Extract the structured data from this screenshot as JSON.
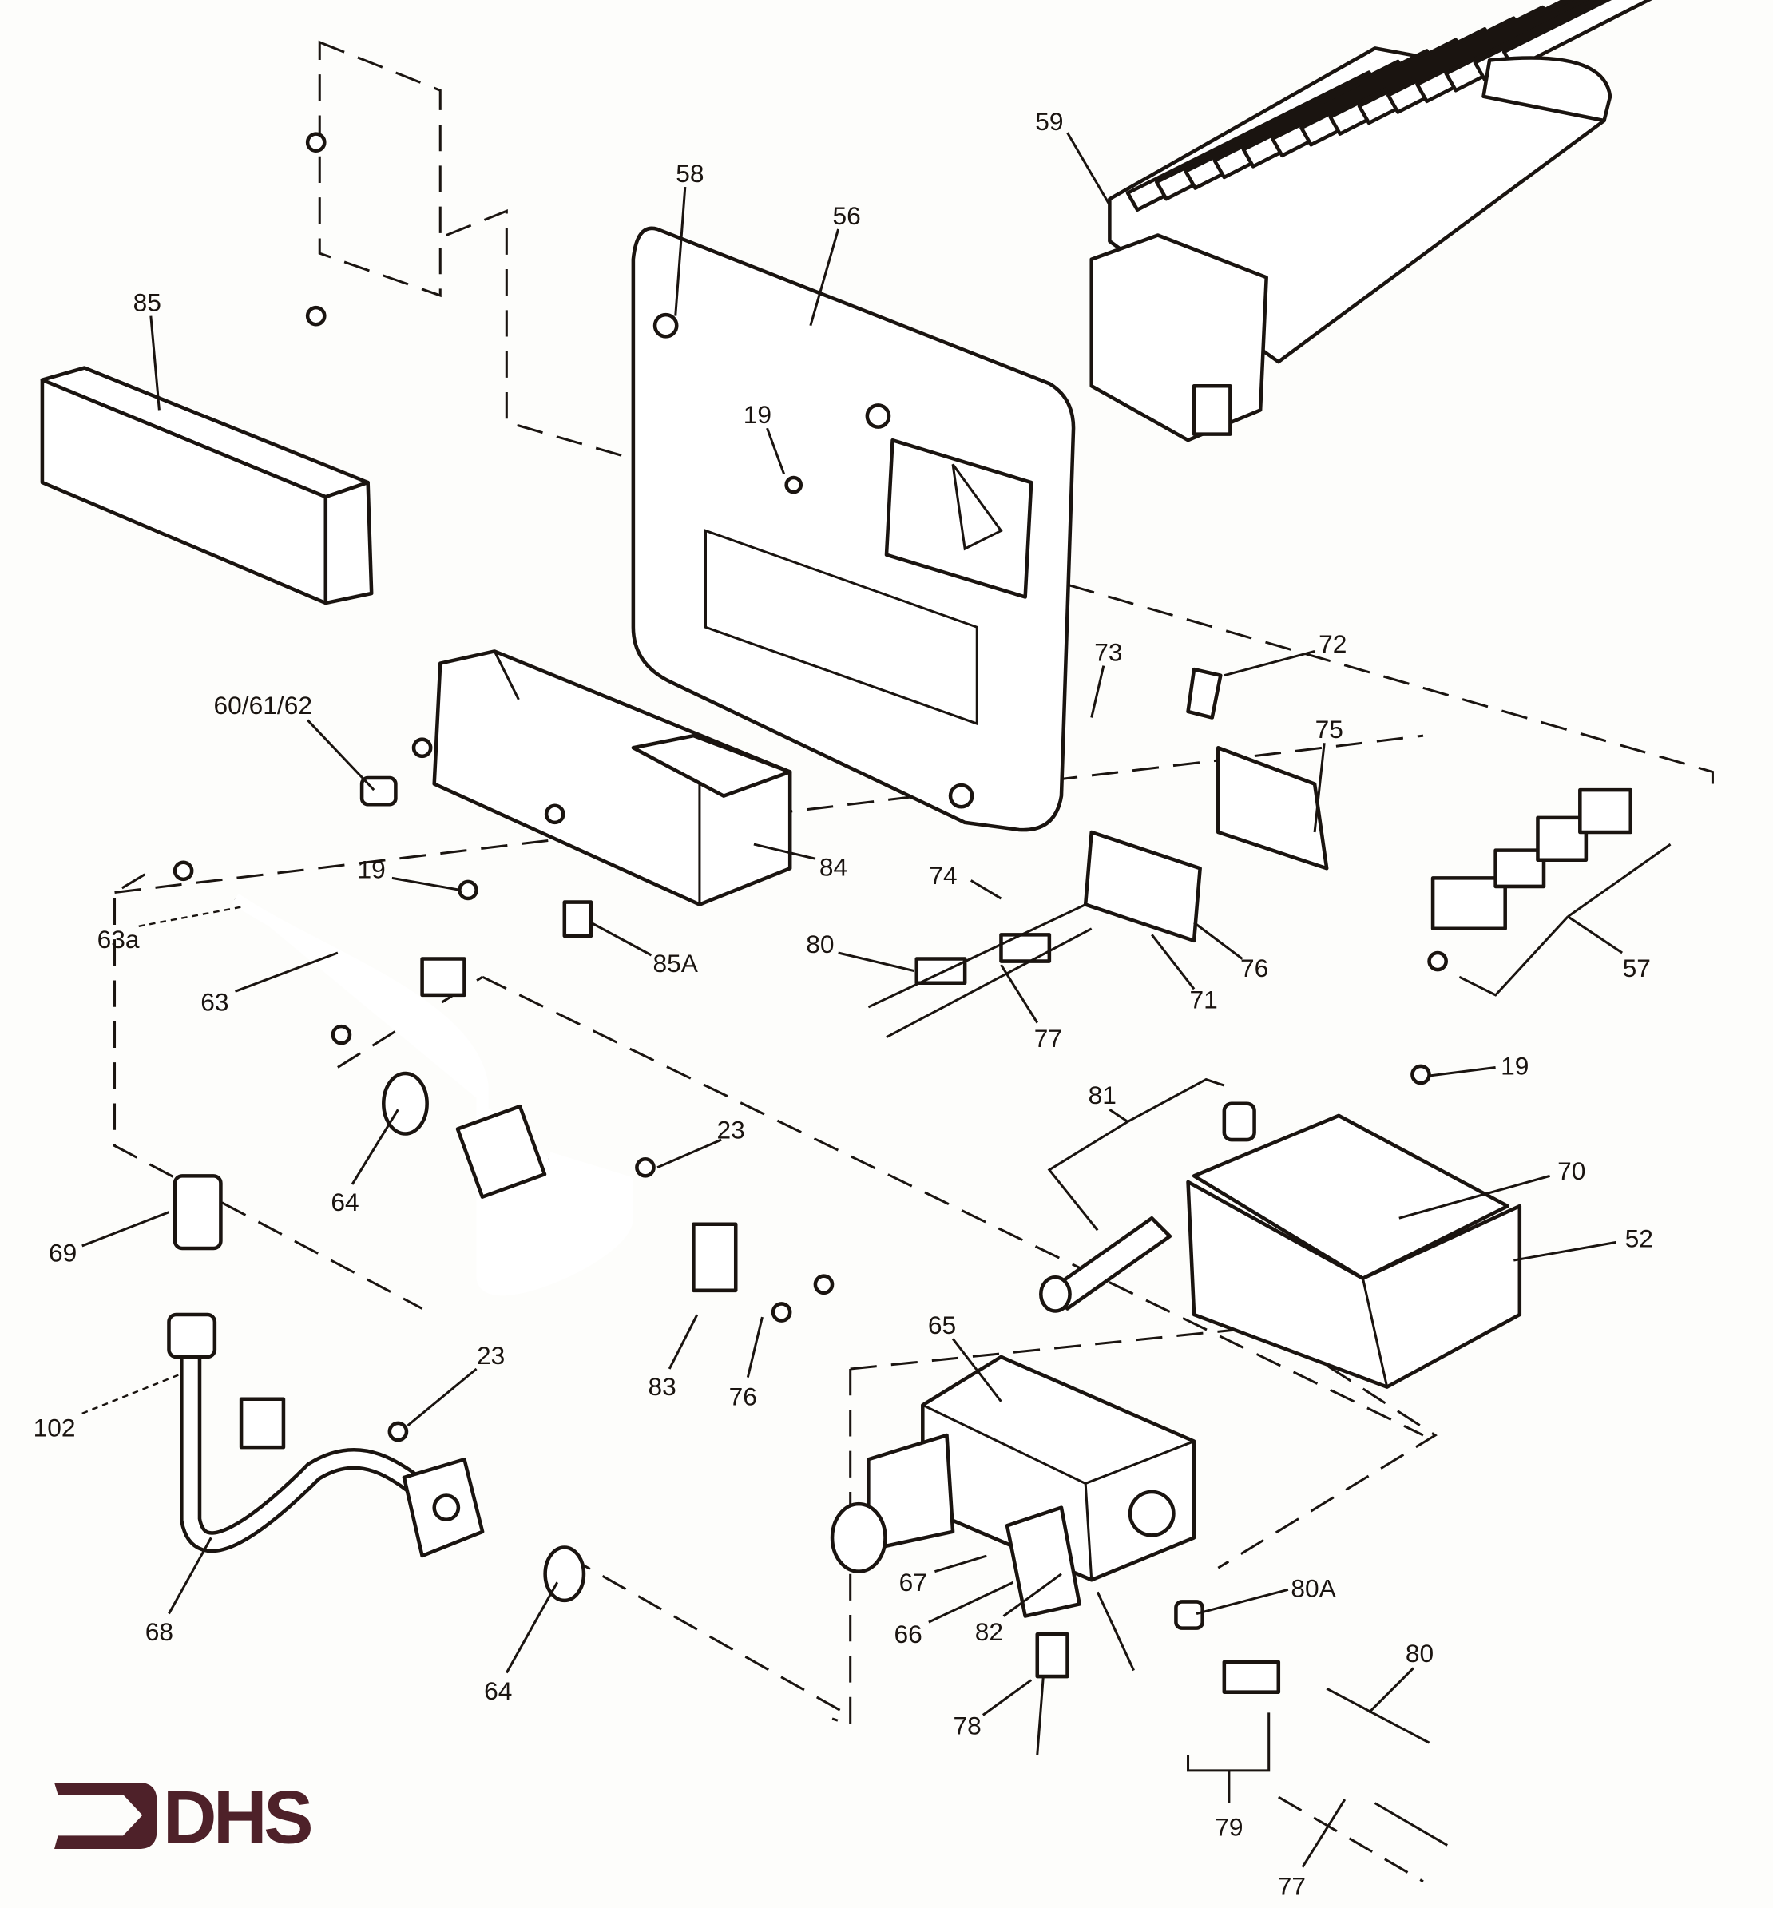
{
  "diagram": {
    "type": "exploded parts diagram",
    "logo": {
      "text": "DHS",
      "color": "#4e2129"
    },
    "callouts": [
      "59",
      "58",
      "56",
      "85",
      "19",
      "73",
      "72",
      "75",
      "60/61/62",
      "19",
      "84",
      "74",
      "80",
      "85A",
      "76",
      "71",
      "57",
      "63a",
      "63",
      "77",
      "19",
      "81",
      "70",
      "52",
      "23",
      "64",
      "69",
      "102",
      "23",
      "83",
      "76",
      "65",
      "67",
      "80A",
      "66",
      "82",
      "80",
      "68",
      "64",
      "78",
      "79",
      "77"
    ]
  }
}
